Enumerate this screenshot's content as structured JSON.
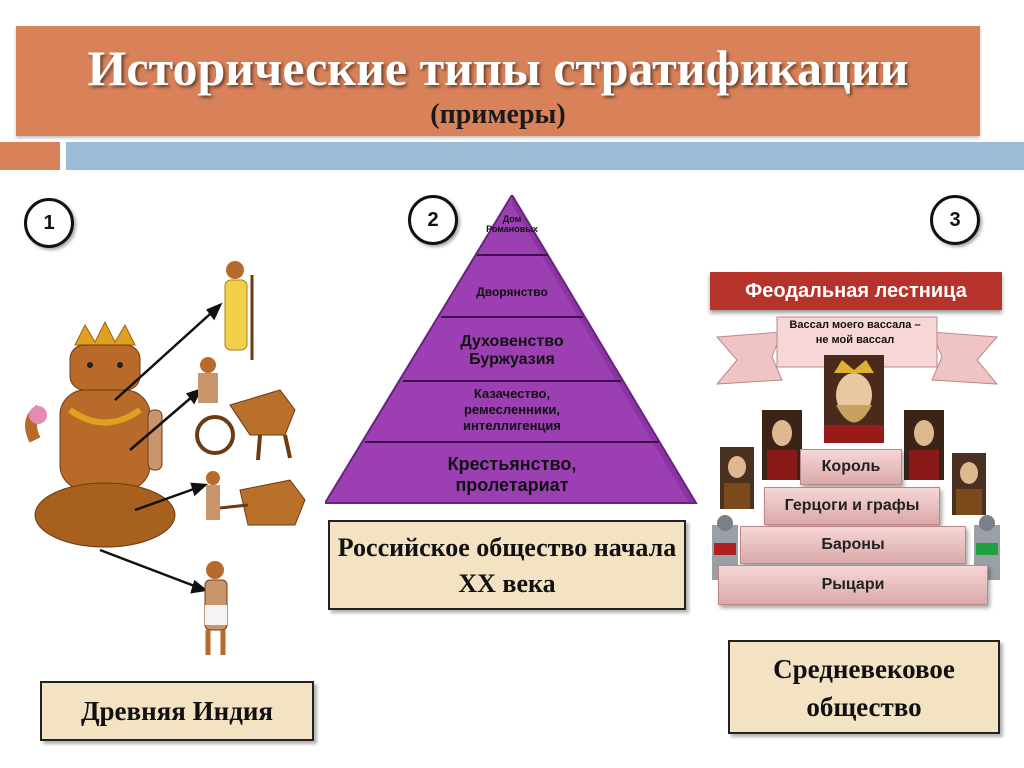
{
  "header": {
    "title": "Исторические типы стратификации",
    "subtitle": "(примеры)"
  },
  "sections": [
    {
      "number": "1",
      "caption": "Древняя Индия"
    },
    {
      "number": "2",
      "caption": "Российское общество начала XX века"
    },
    {
      "number": "3",
      "caption": "Средневековое общество"
    }
  ],
  "pyramid": {
    "levels": [
      "Дом\nРомановых",
      "Дворянство",
      "Духовенство\nБуржуазия",
      "Казачество,\nремесленники,\nинтеллигенция",
      "Крестьянство,\nпролетариат"
    ],
    "colors": {
      "fill": "#9b3fb3",
      "edge": "#6a2280"
    }
  },
  "feudal": {
    "banner_title": "Феодальная лестница",
    "ribbon_text": "Вассал моего вассала –\nне мой вассал",
    "steps": [
      "Король",
      "Герцоги и графы",
      "Бароны",
      "Рыцари"
    ]
  },
  "colors": {
    "title_bg": "#d9825a",
    "accent_blue": "#9bbbd6",
    "caption_bg": "#f3e3c2",
    "banner_bg": "#b5332b"
  }
}
